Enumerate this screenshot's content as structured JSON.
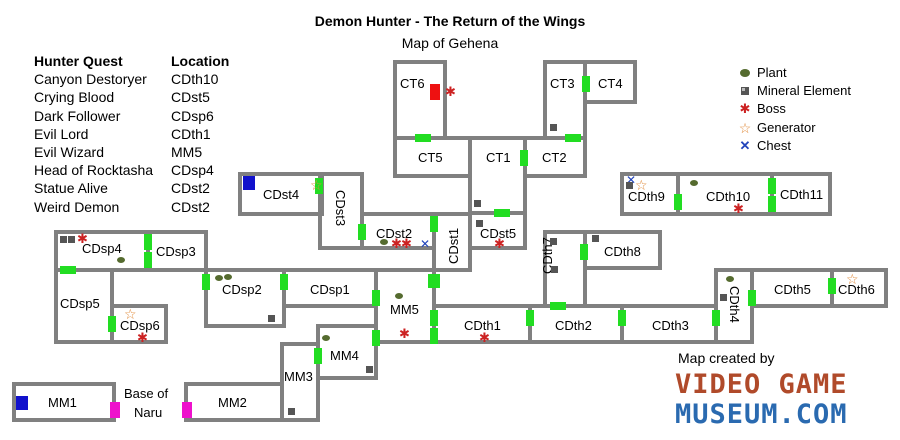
{
  "header": {
    "title": "Demon Hunter - The Return of the Wings",
    "subtitle": "Map of Gehena"
  },
  "quests": {
    "col_quest": "Hunter Quest",
    "col_location": "Location",
    "rows": [
      {
        "quest": "Canyon Destoryer",
        "location": "CDth10"
      },
      {
        "quest": "Crying Blood",
        "location": "CDst5"
      },
      {
        "quest": "Dark Follower",
        "location": "CDsp6"
      },
      {
        "quest": "Evil Lord",
        "location": "CDth1"
      },
      {
        "quest": "Evil Wizard",
        "location": "MM5"
      },
      {
        "quest": "Head of Rocktasha",
        "location": "CDsp4"
      },
      {
        "quest": "Statue Alive",
        "location": "CDst2"
      },
      {
        "quest": "Weird Demon",
        "location": "CDst2"
      }
    ]
  },
  "legend": {
    "plant": "Plant",
    "mineral": "Mineral Element",
    "boss": "Boss",
    "generator": "Generator",
    "chest": "Chest"
  },
  "rooms": {
    "CT6": "CT6",
    "CT3": "CT3",
    "CT4": "CT4",
    "CT5": "CT5",
    "CT1": "CT1",
    "CT2": "CT2",
    "CDst4": "CDst4",
    "CDst3": "CDst3",
    "CDst2": "CDst2",
    "CDst1": "CDst1",
    "CDst5": "CDst5",
    "CDth9": "CDth9",
    "CDth10": "CDth10",
    "CDth11": "CDth11",
    "CDth7": "CDth7",
    "CDth8": "CDth8",
    "CDsp4": "CDsp4",
    "CDsp3": "CDsp3",
    "CDsp2": "CDsp2",
    "CDsp1": "CDsp1",
    "CDsp5": "CDsp5",
    "CDsp6": "CDsp6",
    "MM5": "MM5",
    "CDth1": "CDth1",
    "CDth2": "CDth2",
    "CDth3": "CDth3",
    "CDth4": "CDth4",
    "CDth5": "CDth5",
    "CDth6": "CDth6",
    "MM4": "MM4",
    "MM3": "MM3",
    "MM2": "MM2",
    "MM1": "MM1",
    "base_line1": "Base of",
    "base_line2": "Naru"
  },
  "credit": {
    "line1": "Map created by",
    "line2": "VIDEO GAME",
    "line3": "MUSEUM.COM"
  },
  "colors": {
    "wall": "#808080",
    "door": "#22dd22",
    "red_door": "#ee1111",
    "blue_door": "#1111cc",
    "pink_door": "#ee11cc",
    "boss": "#cc2222",
    "generator": "#e08a3a",
    "chest": "#2244bb",
    "plant": "#556b2f"
  }
}
